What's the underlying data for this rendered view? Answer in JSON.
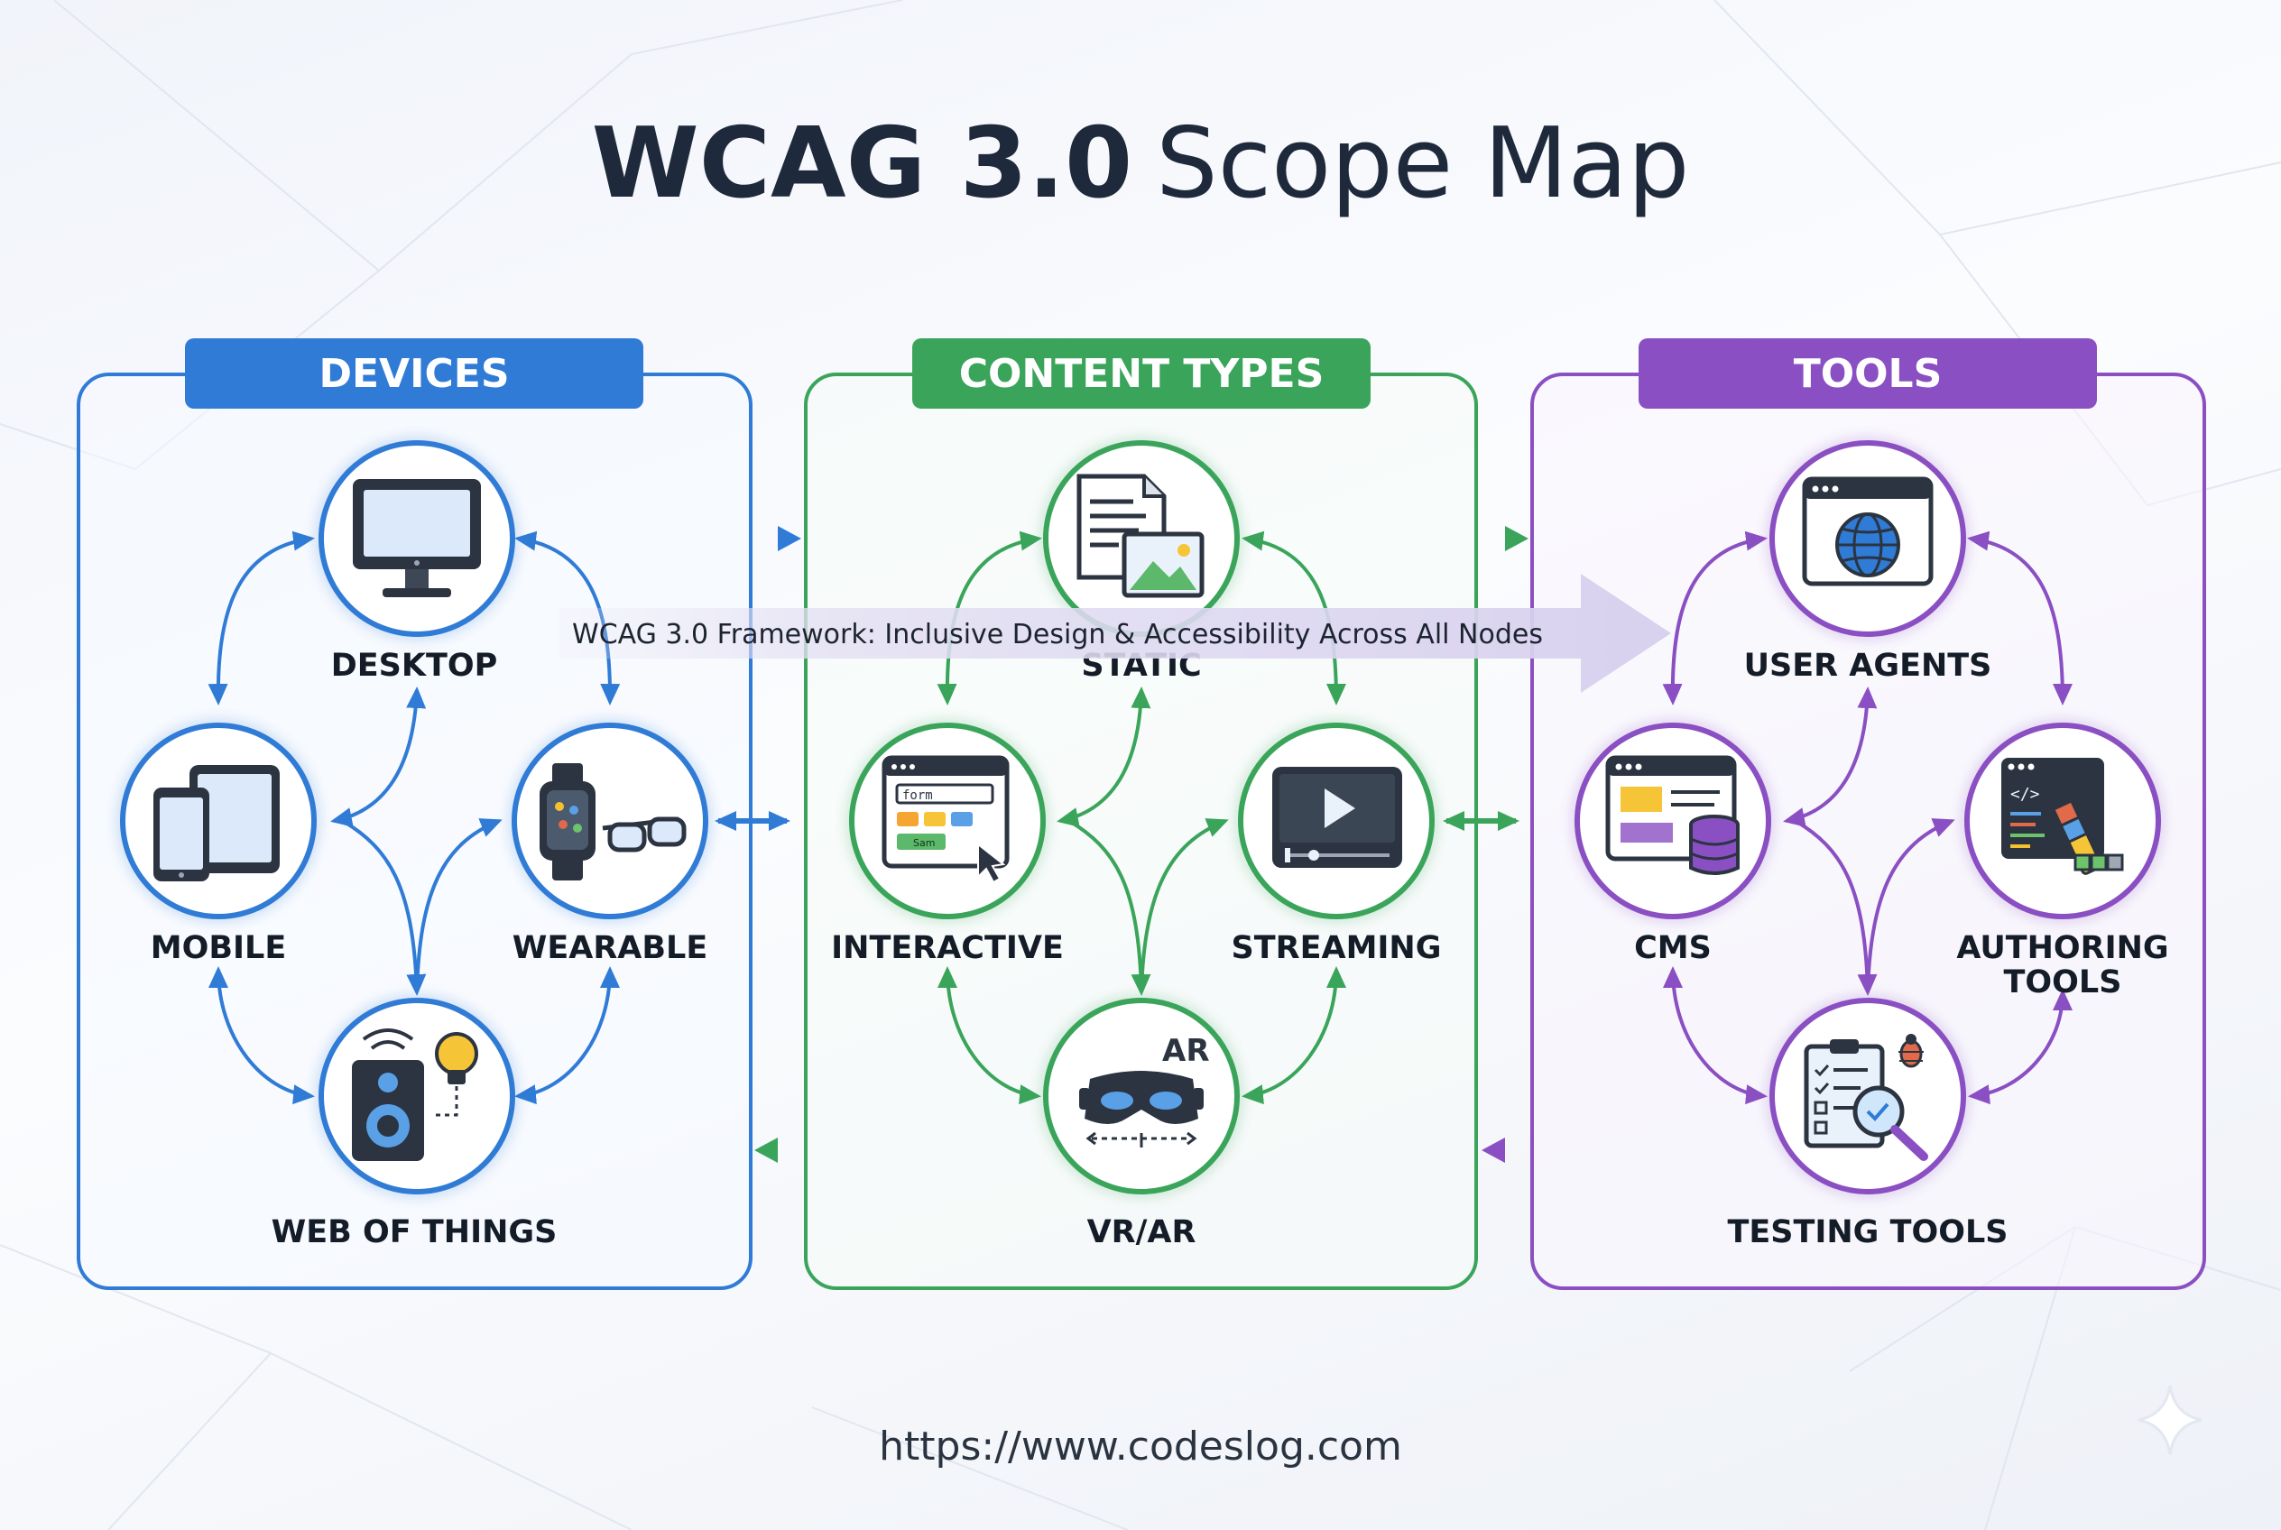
{
  "title": {
    "bold": "WCAG 3.0",
    "light": "Scope Map"
  },
  "groups": {
    "devices": {
      "label": "DEVICES",
      "color": "#2f7bd6",
      "nodes": {
        "desktop": {
          "label": "DESKTOP",
          "icon": "desktop-monitor-icon"
        },
        "mobile": {
          "label": "MOBILE",
          "icon": "phone-tablet-icon"
        },
        "wearable": {
          "label": "WEARABLE",
          "icon": "smartwatch-glasses-icon"
        },
        "wot": {
          "label": "WEB OF THINGS",
          "icon": "speaker-lightbulb-icon"
        }
      }
    },
    "content": {
      "label": "CONTENT TYPES",
      "color": "#3aa55a",
      "nodes": {
        "static": {
          "label": "STATIC",
          "icon": "document-image-icon"
        },
        "interactive": {
          "label": "INTERACTIVE",
          "icon": "form-cursor-icon",
          "icon_text": {
            "form": "form",
            "button": "Sam"
          }
        },
        "streaming": {
          "label": "STREAMING",
          "icon": "video-player-icon"
        },
        "vrar": {
          "label": "VR/AR",
          "icon": "vr-headset-icon",
          "icon_text": "AR"
        }
      }
    },
    "tools": {
      "label": "TOOLS",
      "color": "#8a4fc2",
      "nodes": {
        "agents": {
          "label": "USER AGENTS",
          "icon": "browser-globe-icon"
        },
        "cms": {
          "label": "CMS",
          "icon": "cms-database-icon"
        },
        "authoring": {
          "label_line1": "AUTHORING",
          "label_line2": "TOOLS",
          "icon": "code-palette-icon",
          "icon_text": "</>"
        },
        "testing": {
          "label": "TESTING TOOLS",
          "icon": "checklist-magnifier-bug-icon"
        }
      }
    }
  },
  "banner": {
    "text": "WCAG 3.0 Framework: Inclusive Design & Accessibility Across All Nodes"
  },
  "footer": {
    "url": "https://www.codeslog.com"
  },
  "colors": {
    "devices": "#2f7bd6",
    "content": "#3aa55a",
    "tools": "#8a4fc2",
    "title": "#1e2a3b",
    "banner": "#d9d3ee"
  }
}
